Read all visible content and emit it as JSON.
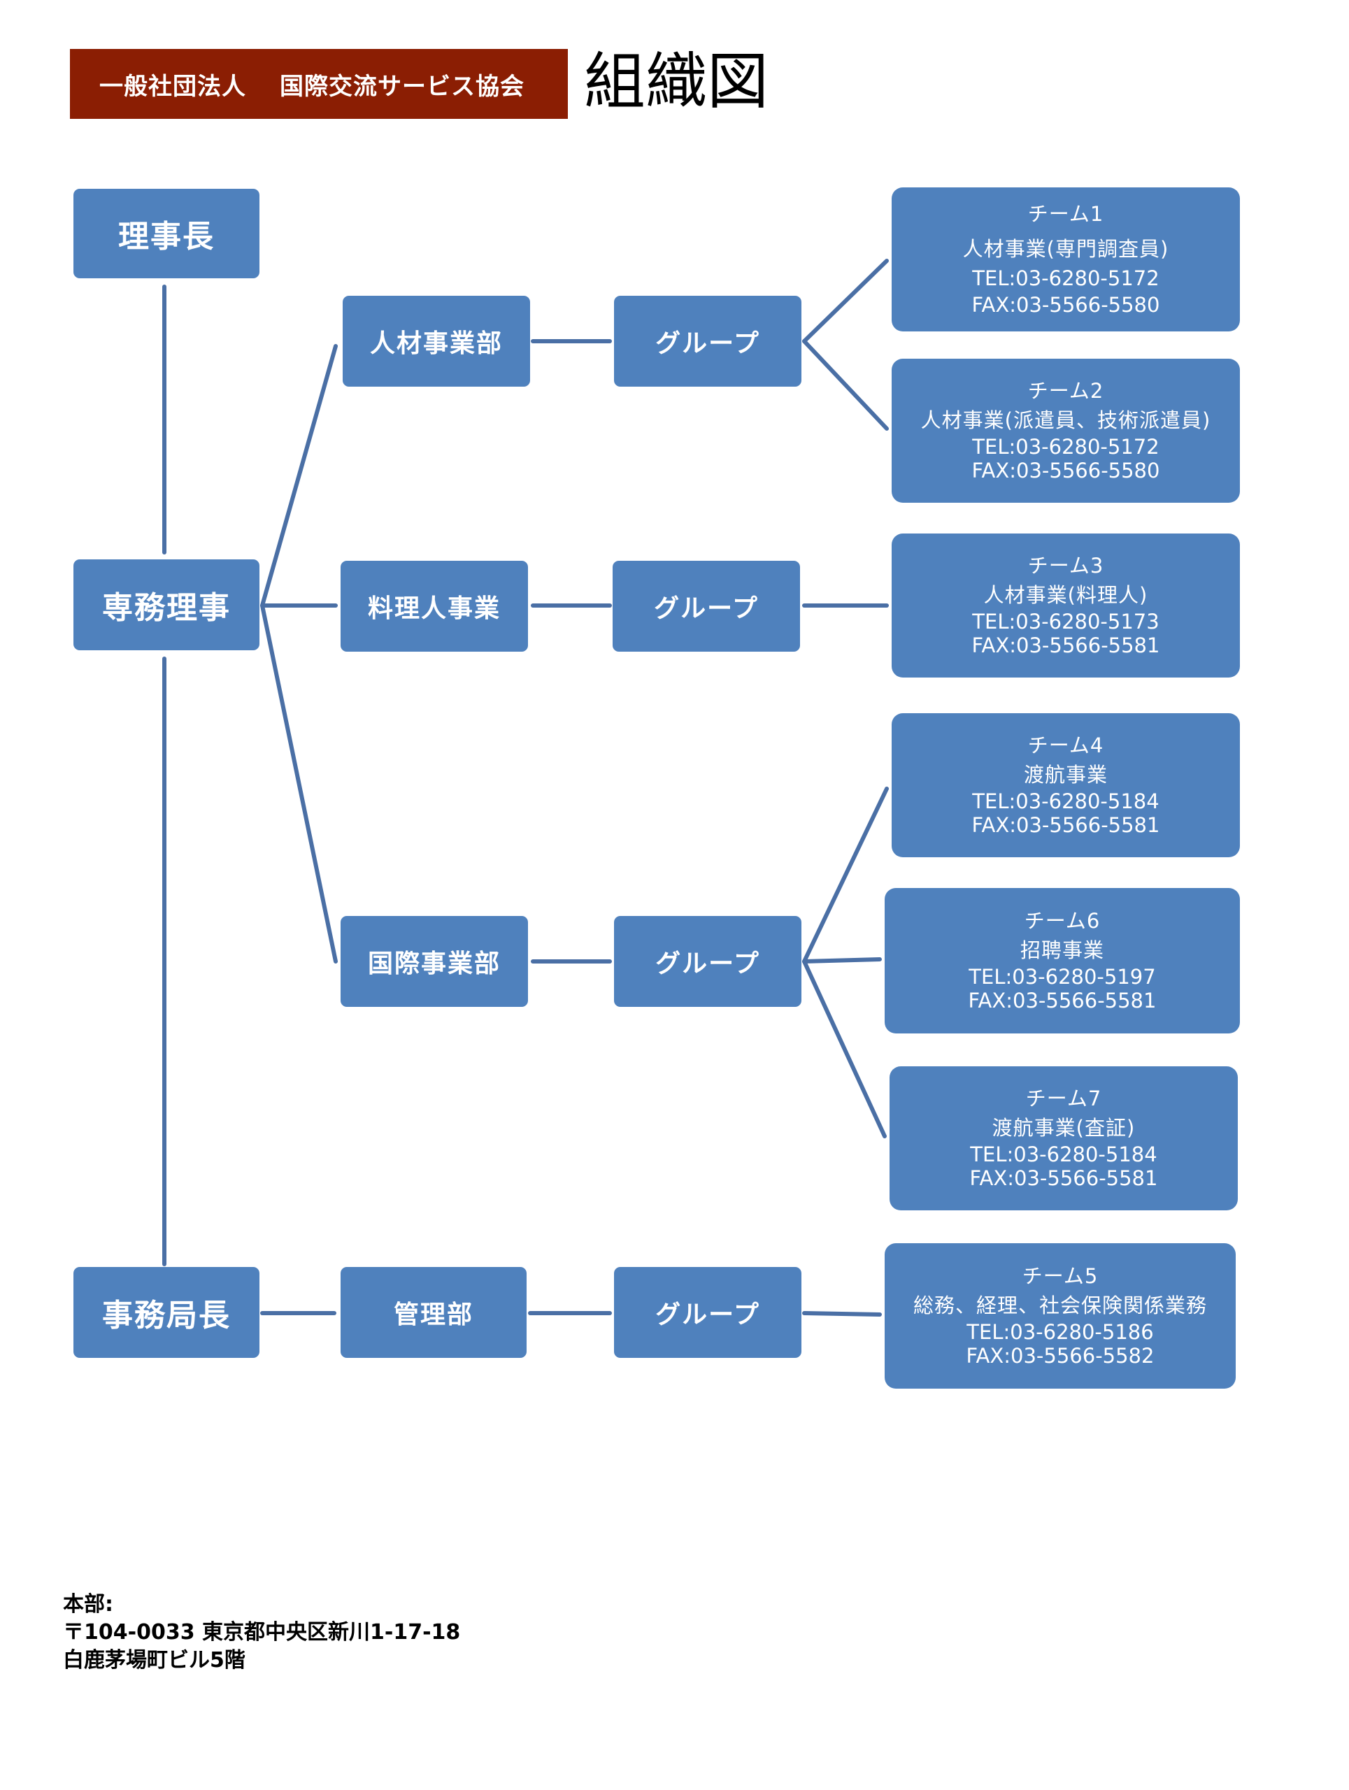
{
  "header": {
    "org_type": "一般社団法人",
    "org_name": "国際交流サービス協会",
    "title": "組織図"
  },
  "colors": {
    "banner": "#8b1e03",
    "box": "#4f81bd",
    "line": "#4a6fa5"
  },
  "positions": {
    "chairman": "理事長",
    "executive": "専務理事",
    "secretary_general": "事務局長"
  },
  "departments": {
    "hr": "人材事業部",
    "cook": "料理人事業",
    "intl": "国際事業部",
    "admin": "管理部"
  },
  "group_label": "グループ",
  "teams": {
    "t1": {
      "name": "チーム1",
      "dept": "人材事業(専門調査員)",
      "tel": "TEL:03-6280-5172",
      "fax": "FAX:03-5566-5580"
    },
    "t2": {
      "name": "チーム2",
      "dept": "人材事業(派遣員、技術派遣員)",
      "tel": "TEL:03-6280-5172",
      "fax": "FAX:03-5566-5580"
    },
    "t3": {
      "name": "チーム3",
      "dept": "人材事業(料理人)",
      "tel": "TEL:03-6280-5173",
      "fax": "FAX:03-5566-5581"
    },
    "t4": {
      "name": "チーム4",
      "dept": "渡航事業",
      "tel": "TEL:03-6280-5184",
      "fax": "FAX:03-5566-5581"
    },
    "t6": {
      "name": "チーム6",
      "dept": "招聘事業",
      "tel": "TEL:03-6280-5197",
      "fax": "FAX:03-5566-5581"
    },
    "t7": {
      "name": "チーム7",
      "dept": "渡航事業(査証)",
      "tel": "TEL:03-6280-5184",
      "fax": "FAX:03-5566-5581"
    },
    "t5": {
      "name": "チーム5",
      "dept": "総務、経理、社会保険関係業務",
      "tel": "TEL:03-6280-5186",
      "fax": "FAX:03-5566-5582"
    }
  },
  "footer": {
    "label": "本部:",
    "line1": "〒104-0033 東京都中央区新川1-17-18",
    "line2": "白鹿茅場町ビル5階"
  }
}
